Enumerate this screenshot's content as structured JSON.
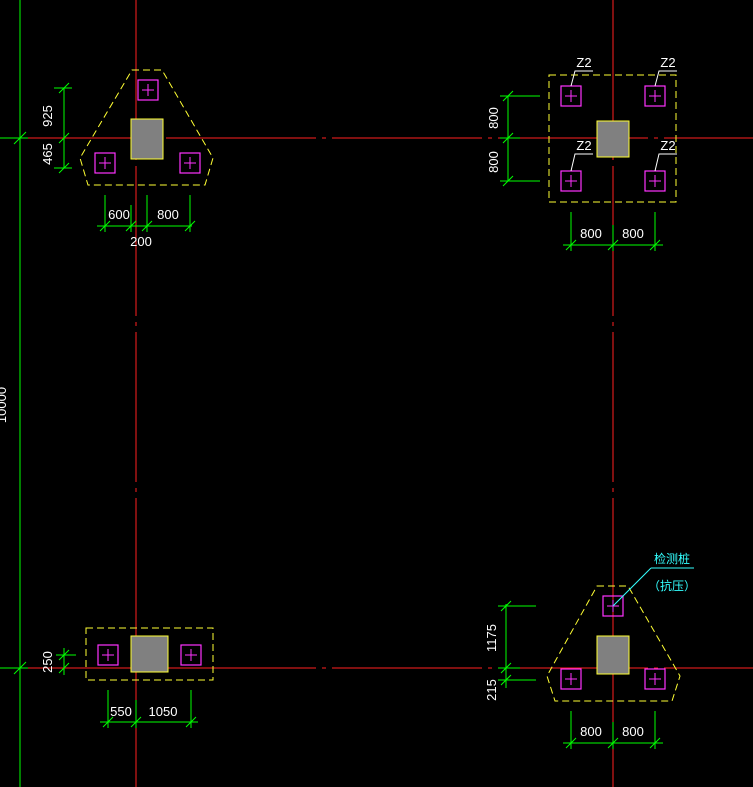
{
  "colors": {
    "background": "#000000",
    "axis": "#ff2020",
    "dimension": "#00ff00",
    "outline": "#ffff33",
    "pile": "#ff33ff",
    "column": "#808080",
    "text": "#ffffff",
    "callout": "#33ffff"
  },
  "overall_dim": "10000",
  "pile_caps": [
    {
      "shape": "triangle",
      "pile_count": 3,
      "dims": [
        "925",
        "465",
        "600",
        "800",
        "200"
      ]
    },
    {
      "shape": "square",
      "pile_count": 4,
      "pile_labels": [
        "Z2",
        "Z2",
        "Z2",
        "Z2"
      ],
      "dims": [
        "800",
        "800",
        "800",
        "800"
      ]
    },
    {
      "shape": "rectangle",
      "pile_count": 2,
      "dims": [
        "250",
        "550",
        "1050"
      ]
    },
    {
      "shape": "triangle",
      "pile_count": 3,
      "dims": [
        "1175",
        "215",
        "800",
        "800"
      ],
      "callout": [
        "检测桩",
        "（抗压）"
      ]
    }
  ]
}
